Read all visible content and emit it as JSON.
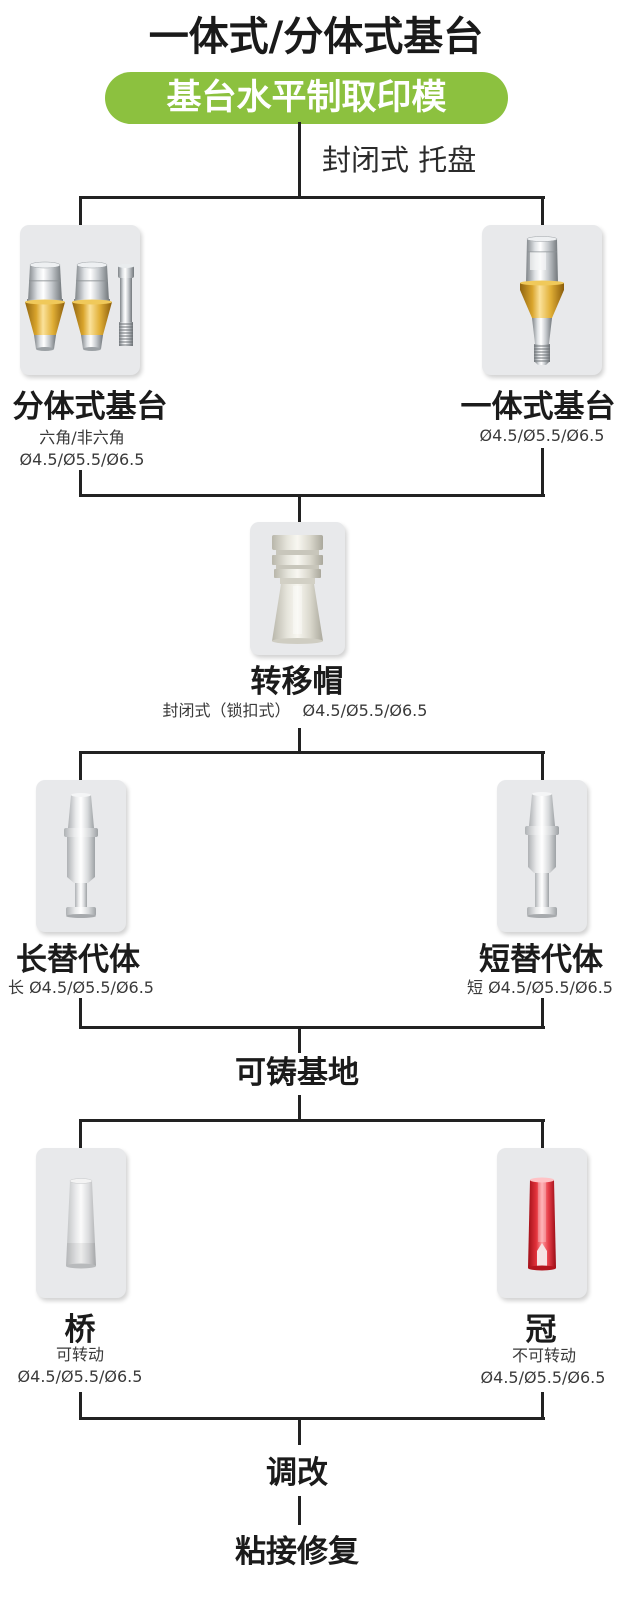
{
  "title": "一体式/分体式基台",
  "impression": {
    "label": "基台水平制取印模",
    "tray": "封闭式 托盘"
  },
  "abutments": {
    "split": {
      "name": "分体式基台",
      "hex": "六角/非六角",
      "sizes": "Ø4.5/Ø5.5/Ø6.5"
    },
    "one_piece": {
      "name": "一体式基台",
      "sizes": "Ø4.5/Ø5.5/Ø6.5"
    }
  },
  "transfer_cap": {
    "name": "转移帽",
    "type": "封闭式（锁扣式）",
    "sizes": "Ø4.5/Ø5.5/Ø6.5"
  },
  "analogs": {
    "long": {
      "name": "长替代体",
      "desc": "长 Ø4.5/Ø5.5/Ø6.5"
    },
    "short": {
      "name": "短替代体",
      "desc": "短 Ø4.5/Ø5.5/Ø6.5"
    }
  },
  "castable_base": {
    "name": "可铸基地"
  },
  "castables": {
    "bridge": {
      "name": "桥",
      "rotation": "可转动",
      "sizes": "Ø4.5/Ø5.5/Ø6.5"
    },
    "crown": {
      "name": "冠",
      "rotation": "不可转动",
      "sizes": "Ø4.5/Ø5.5/Ø6.5"
    }
  },
  "adjustment": "调改",
  "final_step": "粘接修复",
  "icons": {
    "split_abutment": "split-abutment-image",
    "one_piece_abutment": "one-piece-abutment-image",
    "transfer_cap": "transfer-cap-image",
    "long_analog": "long-analog-image",
    "short_analog": "short-analog-image",
    "bridge": "bridge-castable-image",
    "crown": "crown-castable-image"
  },
  "colors": {
    "accent_green": "#8cc13f",
    "connector_line": "#222222",
    "card_background": "#e8e9eb",
    "abutment_gold": "#e0ae35",
    "crown_red": "#e8404a"
  }
}
